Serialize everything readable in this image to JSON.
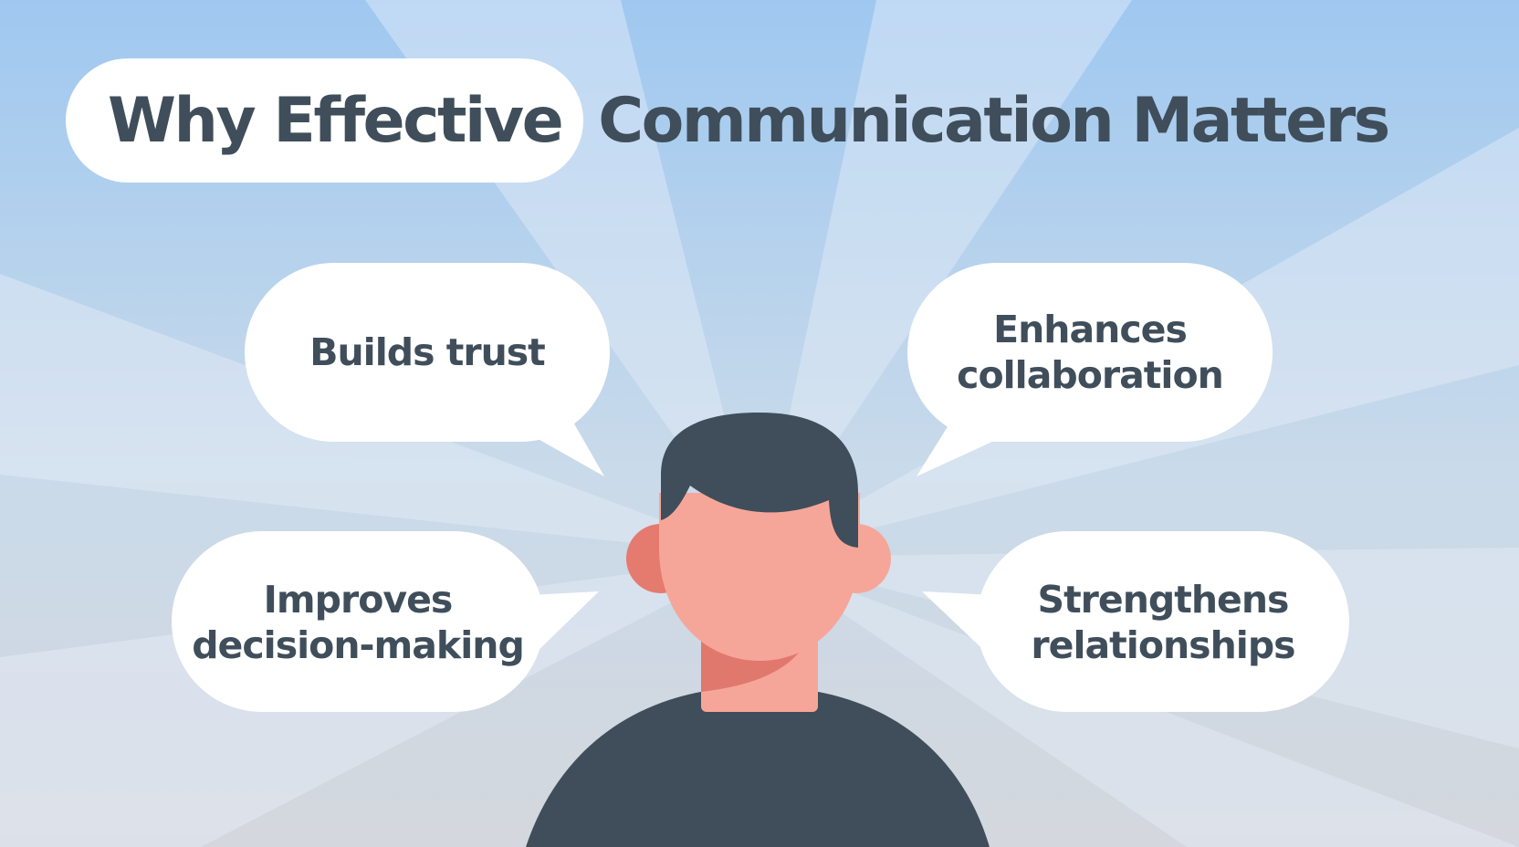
{
  "title": {
    "highlight": "Why Effective",
    "rest": "Communication Matters"
  },
  "bubbles": [
    {
      "text": "Builds trust"
    },
    {
      "text": "Enhances collaboration"
    },
    {
      "text": "Improves decision-making"
    },
    {
      "text": "Strengthens relationships"
    }
  ],
  "colors": {
    "ink": "#3f4e5a",
    "bubble": "#ffffff",
    "sky_top": "#9fc8f0",
    "sky_mid": "#c9daea",
    "floor": "#d4d7dd",
    "ray": "#e2ecf6",
    "skin": "#f6a698",
    "ear": "#e57a6e",
    "shadow": "#e0786e",
    "hair": "#3f4e5a",
    "shirt": "#3f4e5a"
  }
}
